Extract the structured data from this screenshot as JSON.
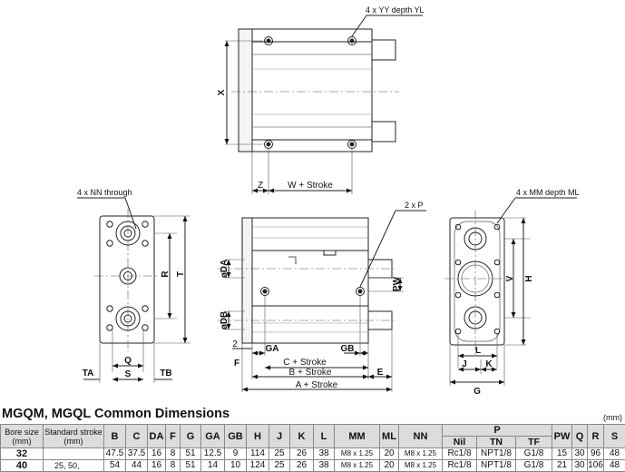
{
  "annotations": {
    "yy": "4 x YY depth YL",
    "nn": "4 x NN through",
    "p": "2 x P",
    "mm": "4 x MM depth ML"
  },
  "dimensions": {
    "x": "X",
    "z": "Z",
    "w_stroke": "W + Stroke",
    "r": "R",
    "t": "T",
    "q": "Q",
    "ta": "TA",
    "s": "S",
    "tb": "TB",
    "da": "øDA",
    "db": "øDB",
    "pw": "PW",
    "two": "2",
    "ga": "GA",
    "gb": "GB",
    "f": "F",
    "c_stroke": "C + Stroke",
    "b_stroke": "B + Stroke",
    "a_stroke": "A + Stroke",
    "e": "E",
    "v": "V",
    "h": "H",
    "l": "L",
    "j": "J",
    "k": "K",
    "g": "G"
  },
  "table": {
    "title": "MGQM, MGQL Common Dimensions",
    "unit": "(mm)",
    "headers": {
      "bore_line1": "Bore size",
      "bore_line2": "(mm)",
      "stroke_line1": "Standard stroke",
      "stroke_line2": "(mm)",
      "cols": [
        "B",
        "C",
        "DA",
        "F",
        "G",
        "GA",
        "GB",
        "H",
        "J",
        "K",
        "L",
        "MM",
        "ML",
        "NN"
      ],
      "p": "P",
      "p_sub": [
        "Nil",
        "TN",
        "TF"
      ],
      "cols2": [
        "PW",
        "Q",
        "R",
        "S"
      ]
    },
    "rows": [
      {
        "bore": "32",
        "stroke": "",
        "cells": [
          "47.5",
          "37.5",
          "16",
          "8",
          "51",
          "12.5",
          "9",
          "114",
          "25",
          "26",
          "38",
          "M8 x 1.25",
          "20",
          "M8 x 1.25"
        ],
        "p": [
          "Rc1/8",
          "NPT1/8",
          "G1/8"
        ],
        "cells2": [
          "15",
          "30",
          "96",
          "48"
        ]
      },
      {
        "bore": "40",
        "stroke": "25, 50,",
        "cells": [
          "54",
          "44",
          "16",
          "8",
          "51",
          "14",
          "10",
          "124",
          "25",
          "26",
          "38",
          "M8 x 1.25",
          "20",
          "M8 x 1.25"
        ],
        "p": [
          "Rc1/8",
          "NPT1/8",
          "G1/8"
        ],
        "cells2": [
          "21",
          "30",
          "106",
          "48"
        ]
      }
    ]
  }
}
